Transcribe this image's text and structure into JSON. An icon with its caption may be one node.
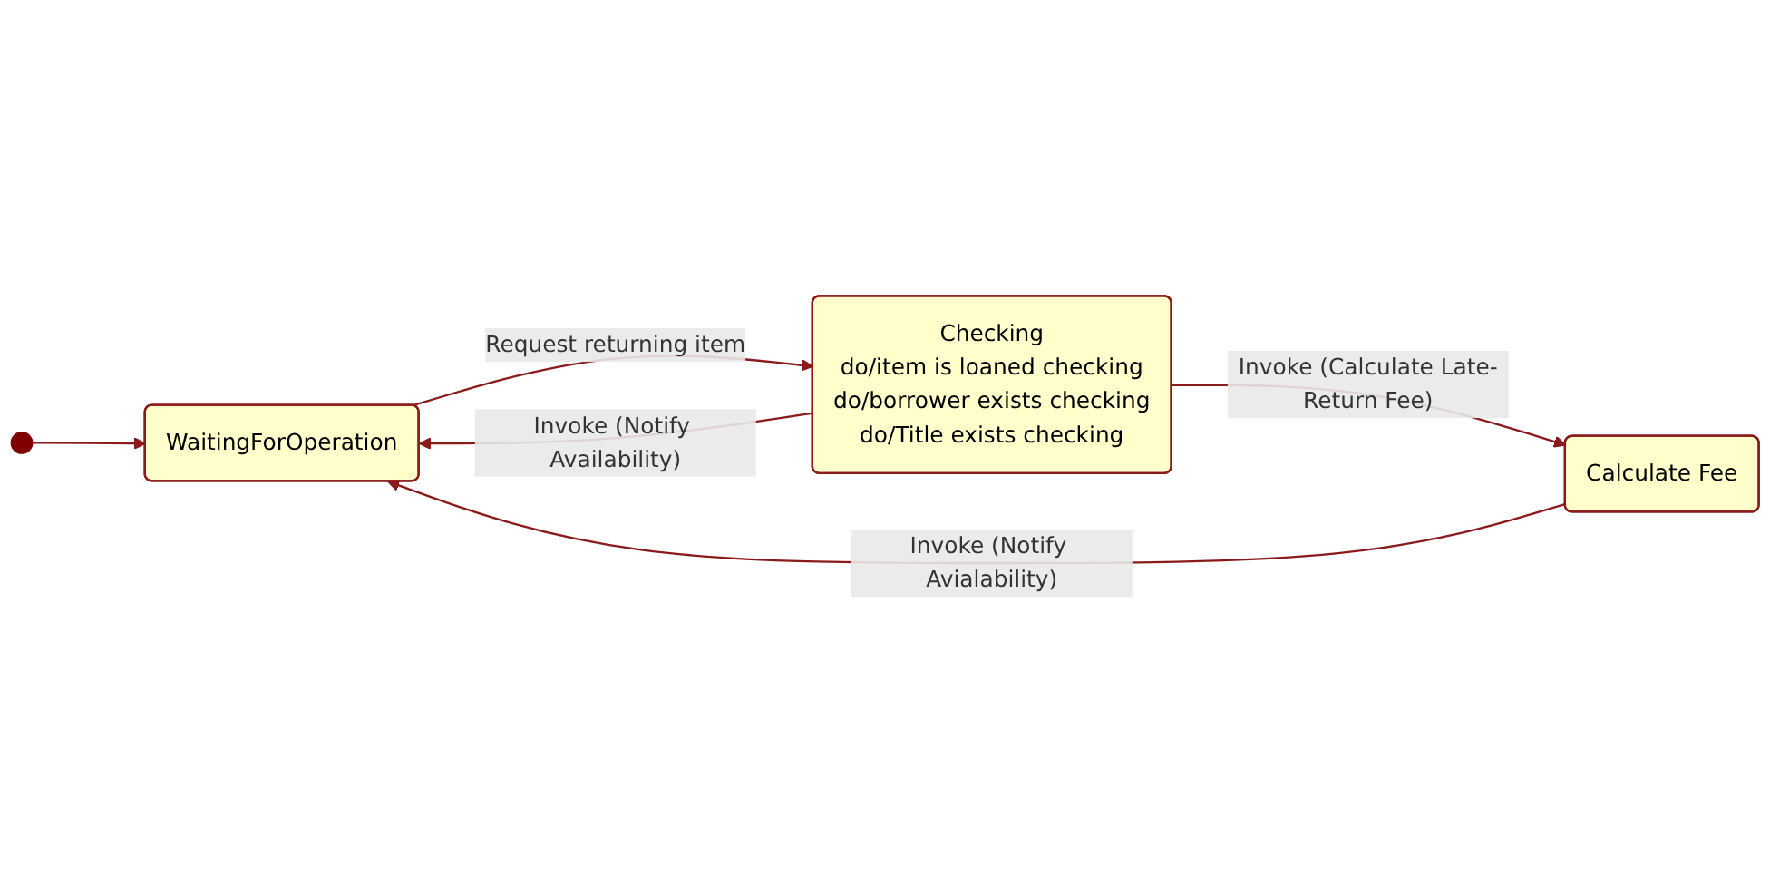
{
  "diagram": {
    "nodes": [
      {
        "text": [],
        "shape": "circle"
      },
      {
        "text": [
          "WaitingForOperation"
        ]
      },
      {
        "text": [
          "Checking",
          "do/item is loaned checking",
          "do/borrower exists checking",
          "do/Title exists checking"
        ]
      },
      {
        "text": [
          "Calculate Fee"
        ]
      }
    ],
    "edges": [
      {
        "from": 0,
        "to": 1,
        "arrow": "to"
      },
      {
        "from": 1,
        "to": 2,
        "arrow": "to",
        "label": "Request returning item"
      },
      {
        "from": 2,
        "to": 1,
        "arrow": "to",
        "label": "Invoke (Notify Availability)"
      },
      {
        "from": 2,
        "to": 3,
        "arrow": "to",
        "label": "Invoke (Calculate Late-Return Fee)"
      },
      {
        "from": 3,
        "to": 1,
        "arrow": "to",
        "label": "Invoke (Notify Avialability)"
      }
    ]
  }
}
